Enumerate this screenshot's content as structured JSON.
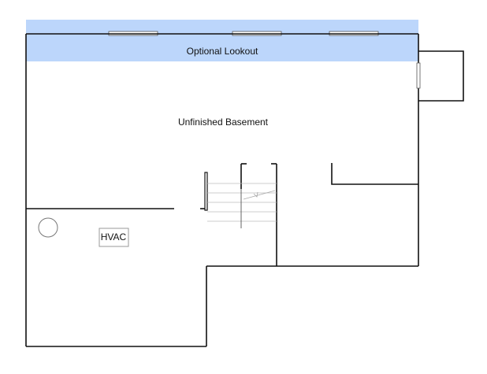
{
  "rooms": {
    "lookout": {
      "label": "Optional Lookout"
    },
    "basement": {
      "label": "Unfinished Basement"
    },
    "hvac": {
      "label": "HVAC"
    }
  },
  "colors": {
    "lookout_fill": "#bcd6fb",
    "wall": "#111111",
    "window": "#ffffff"
  }
}
